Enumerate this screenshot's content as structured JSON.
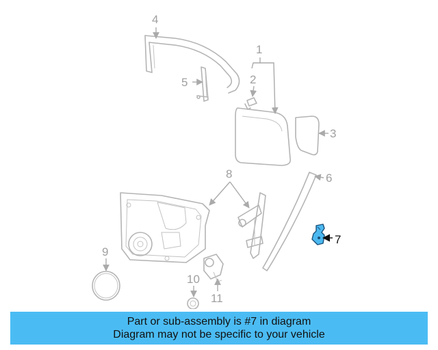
{
  "callouts": {
    "p1": "1",
    "p2": "2",
    "p3": "3",
    "p4": "4",
    "p5": "5",
    "p6": "6",
    "p7": "7",
    "p8": "8",
    "p9": "9",
    "p10": "10",
    "p11": "11"
  },
  "highlight": {
    "part_number": "7",
    "color": "#4bb8f0"
  },
  "banner": {
    "line1": "Part or sub-assembly is #7 in diagram",
    "line2": "Diagram may not be specific to your vehicle"
  }
}
